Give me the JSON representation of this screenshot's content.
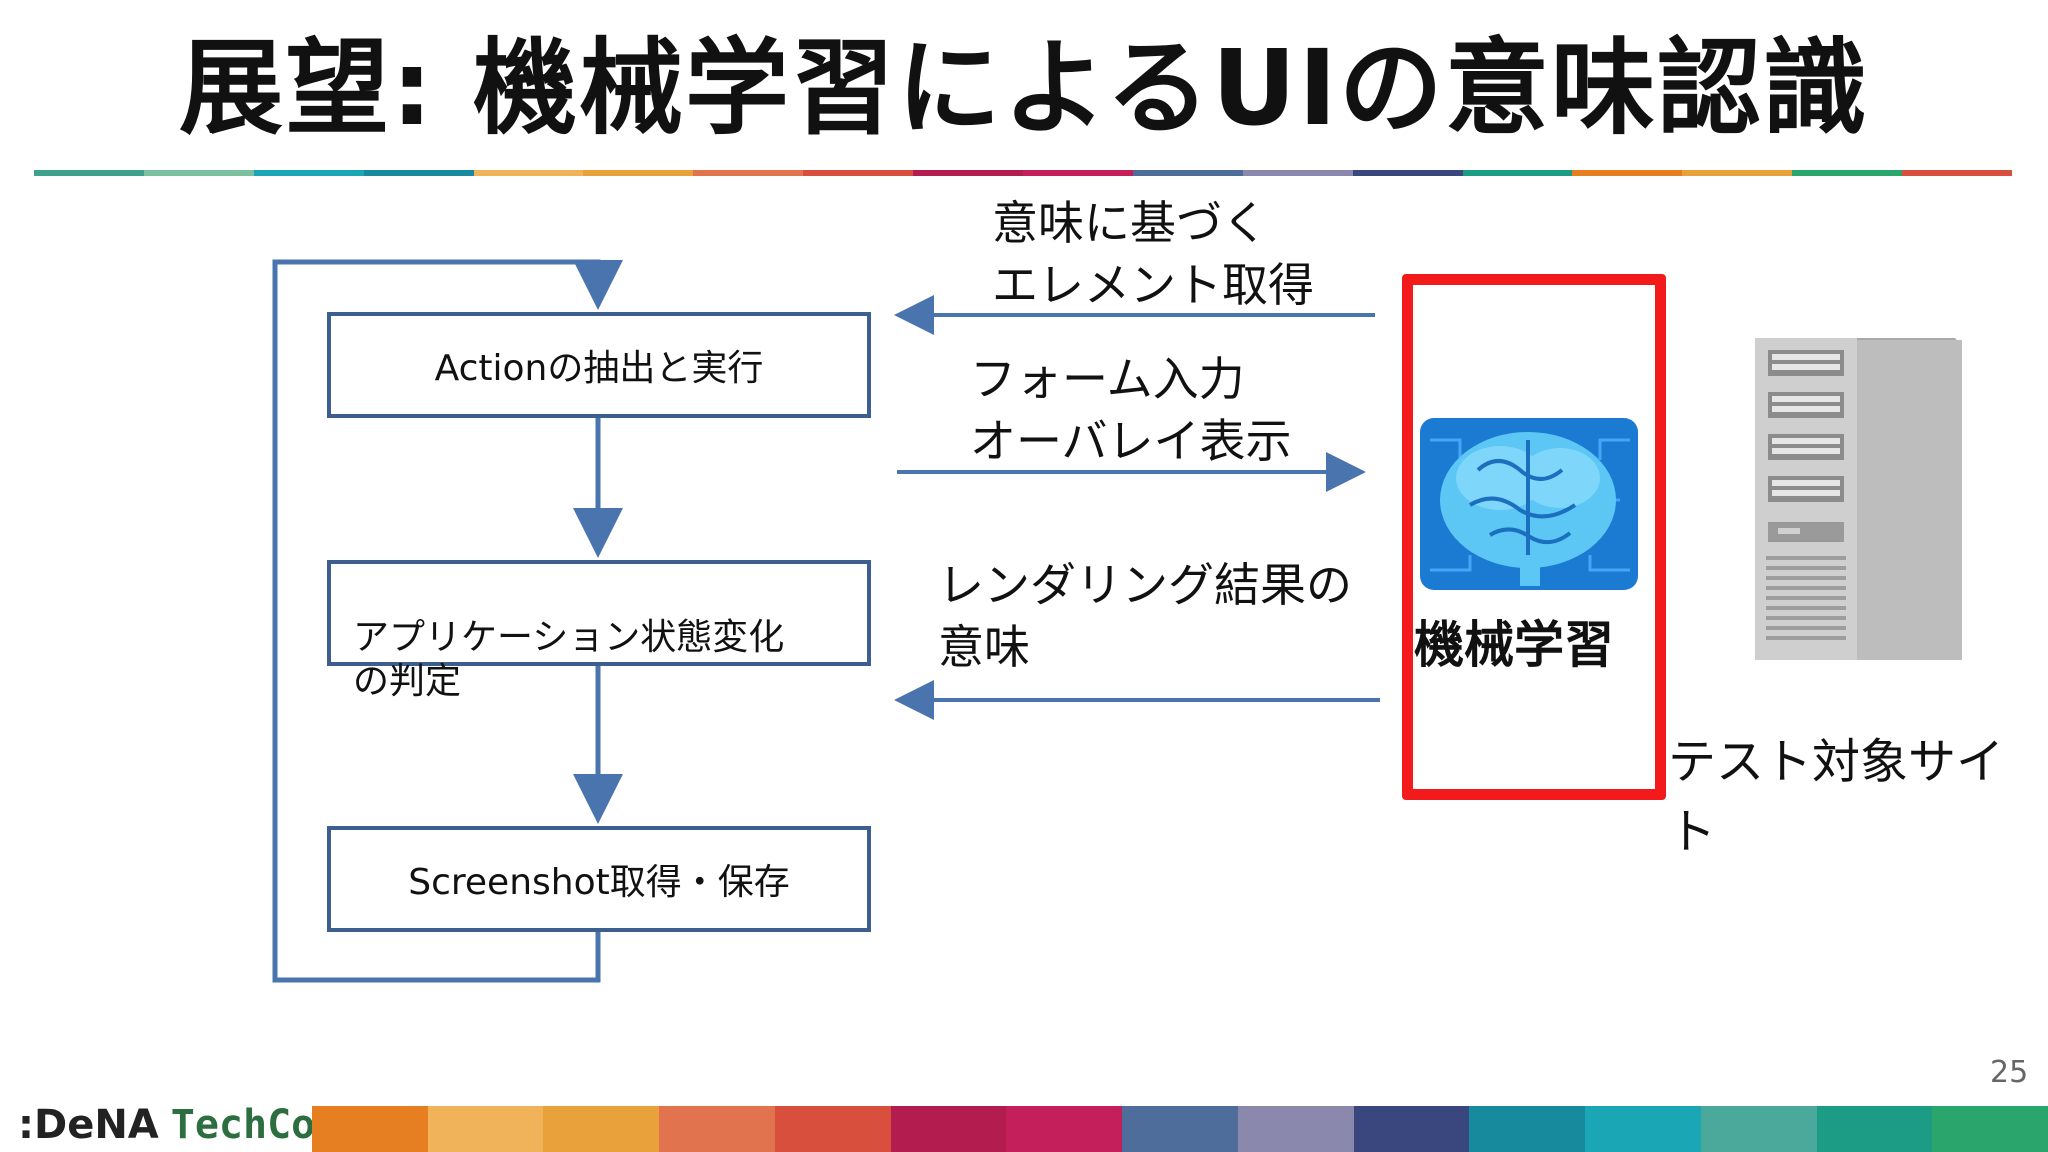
{
  "slide": {
    "title": "展望: 機械学習によるUIの意味認識",
    "page_number": "25"
  },
  "flow": {
    "step1": "Actionの抽出と実行",
    "step2": "アプリケーション状態変化\nの判定",
    "step3": "Screenshot取得・保存"
  },
  "arrows": {
    "a1": "意味に基づく\nエレメント取得",
    "a2": "フォーム入力\nオーバレイ表示",
    "a3": "レンダリング結果の\n意味"
  },
  "ml": {
    "label": "機械学習",
    "icon": "brain-icon"
  },
  "server": {
    "label": "テスト対象サイト",
    "icon": "server-icon"
  },
  "footer": {
    "logo_left": ":DeNA",
    "logo_right": "TechCon"
  },
  "colors": {
    "flow_line": "#4a74ad",
    "flow_box_border": "#3d5f8f",
    "ml_border": "#f21a1a",
    "brain_bg": "#1b7ad1",
    "stripe": [
      "#e67e22",
      "#f0b35a",
      "#e9a23b",
      "#e2734f",
      "#d94f3e",
      "#b31c4f",
      "#c41f5a",
      "#4f6d9a",
      "#8a89ad",
      "#3a467e",
      "#178a9e",
      "#1aa6b4",
      "#4aa99a",
      "#1c9c85",
      "#2aa56b"
    ]
  }
}
